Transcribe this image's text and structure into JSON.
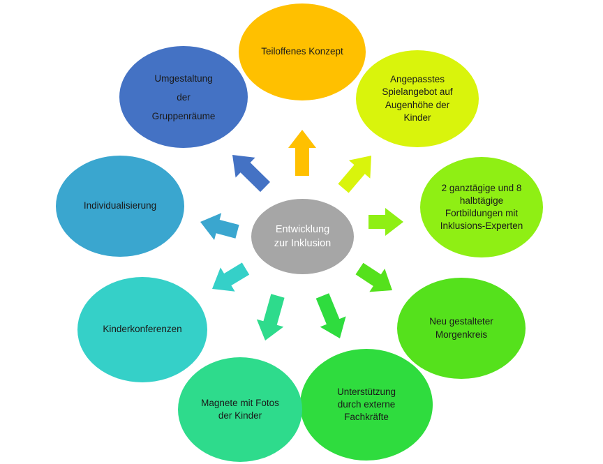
{
  "diagram": {
    "center": {
      "label": "Entwicklung\nzur Inklusion",
      "color": "#a6a6a6"
    },
    "nodes": [
      {
        "id": "teiloffen",
        "label": "Teiloffenes Konzept",
        "color": "#ffc000"
      },
      {
        "id": "spielangebot",
        "label": "Angepasstes\nSpielangebot auf\nAugenhöhe der\nKinder",
        "color": "#d9f40c"
      },
      {
        "id": "fortbildungen",
        "label": "2 ganztägige und 8\nhalbtägige\nFortbildungen mit\nInklusions-Experten",
        "color": "#8fef14"
      },
      {
        "id": "morgenkreis",
        "label": "Neu gestalteter\nMorgenkreis",
        "color": "#55e11c"
      },
      {
        "id": "fachkraefte",
        "label": "Unterstützung\ndurch externe\nFachkräfte",
        "color": "#2fdc3e"
      },
      {
        "id": "magnete",
        "label": "Magnete mit Fotos\nder Kinder",
        "color": "#2edb8c"
      },
      {
        "id": "kinderkonferenzen",
        "label": "Kinderkonferenzen",
        "color": "#35d0c8"
      },
      {
        "id": "individualisierung",
        "label": "Individualisierung",
        "color": "#3aa6cf"
      },
      {
        "id": "umgestaltung",
        "label": "Umgestaltung\nder\nGruppenräume",
        "color": "#4472c4"
      }
    ],
    "arrows": [
      {
        "to": "teiloffen",
        "color": "#ffc000"
      },
      {
        "to": "spielangebot",
        "color": "#d9f40c"
      },
      {
        "to": "fortbildungen",
        "color": "#8fef14"
      },
      {
        "to": "morgenkreis",
        "color": "#55e11c"
      },
      {
        "to": "fachkraefte",
        "color": "#2fdc3e"
      },
      {
        "to": "magnete",
        "color": "#2edb8c"
      },
      {
        "to": "kinderkonferenzen",
        "color": "#35d0c8"
      },
      {
        "to": "individualisierung",
        "color": "#3aa6cf"
      },
      {
        "to": "umgestaltung",
        "color": "#4472c4"
      }
    ]
  }
}
